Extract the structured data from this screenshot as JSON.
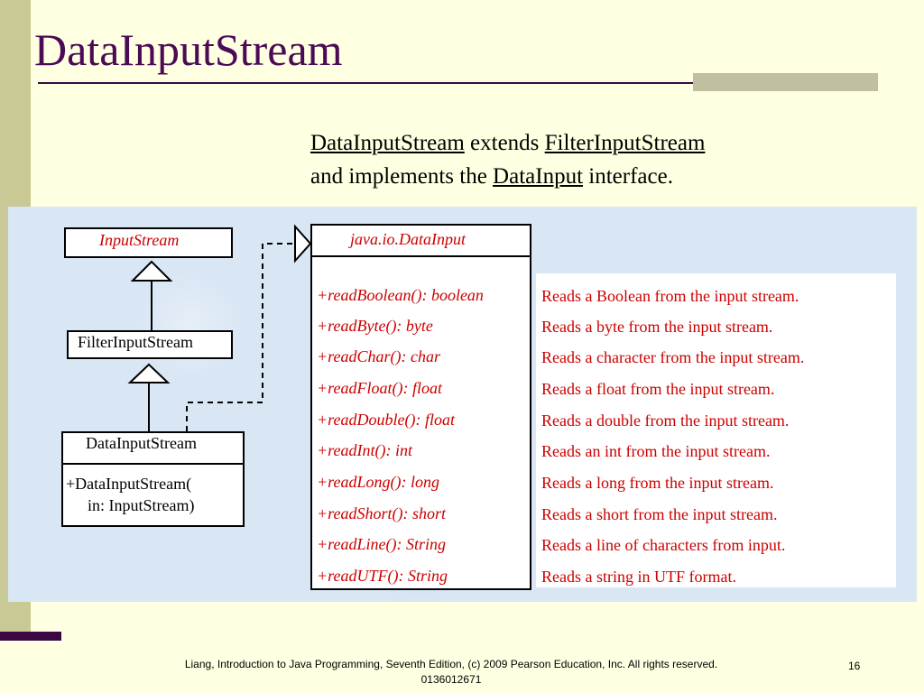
{
  "slide": {
    "title": "DataInputStream",
    "subtitle": {
      "line1_class": "DataInputStream",
      "line1_mid": " extends ",
      "line1_super": "FilterInputStream",
      "line2_pre": "and implements the ",
      "line2_iface": "DataInput",
      "line2_post": " interface."
    },
    "footer": "Liang, Introduction to Java Programming, Seventh Edition, (c) 2009 Pearson Education, Inc. All rights reserved. 0136012671",
    "page_number": "16"
  },
  "diagram": {
    "input_stream": "InputStream",
    "filter_input_stream": "FilterInputStream",
    "data_input_stream": "DataInputStream",
    "constructor_line1": "+DataInputStream(",
    "constructor_line2": "in: InputStream)",
    "interface_name": "java.io.DataInput",
    "methods": [
      "+readBoolean(): boolean",
      "+readByte(): byte",
      "+readChar(): char",
      "+readFloat(): float",
      "+readDouble(): float",
      "+readInt(): int",
      "+readLong(): long",
      "+readShort(): short",
      "+readLine(): String",
      "+readUTF(): String"
    ],
    "descriptions": [
      "Reads a Boolean from the input stream.",
      "Reads a byte from the input stream.",
      "Reads a character from the input stream.",
      "Reads a float from the input stream.",
      "Reads a double from the input stream.",
      "Reads an int from the input stream.",
      "Reads a long from the input stream.",
      "Reads a short from the input stream.",
      "Reads a line of characters from input.",
      "Reads a string in UTF format."
    ]
  }
}
